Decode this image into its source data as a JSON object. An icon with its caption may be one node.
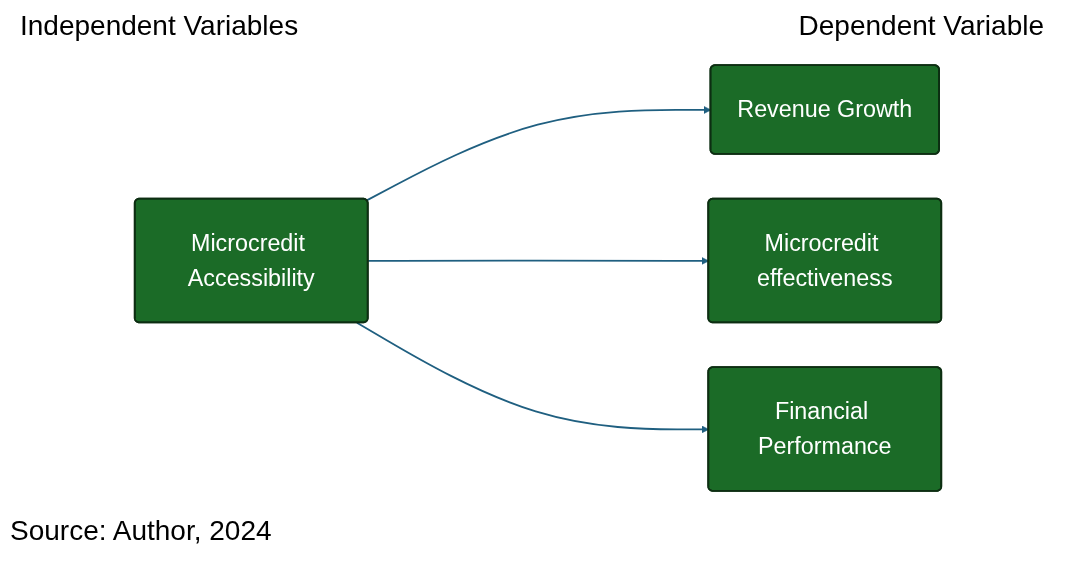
{
  "diagram": {
    "caption": "Source: Author, 2024",
    "nodes": [
      {
        "text": [
          "Microcredit Accessibility"
        ]
      },
      {
        "text": [
          "Revenue Growth"
        ]
      },
      {
        "text": [
          "Microcredit effectiveness"
        ]
      },
      {
        "text": [
          "Financial Performance"
        ]
      }
    ],
    "edges": [
      {
        "from": 0,
        "to": 1,
        "arrow": "to"
      },
      {
        "from": 0,
        "to": 2,
        "arrow": "to"
      },
      {
        "from": 0,
        "to": 3,
        "arrow": "to"
      }
    ],
    "labels": [
      "Independent Variables",
      "Dependent Variable"
    ]
  }
}
